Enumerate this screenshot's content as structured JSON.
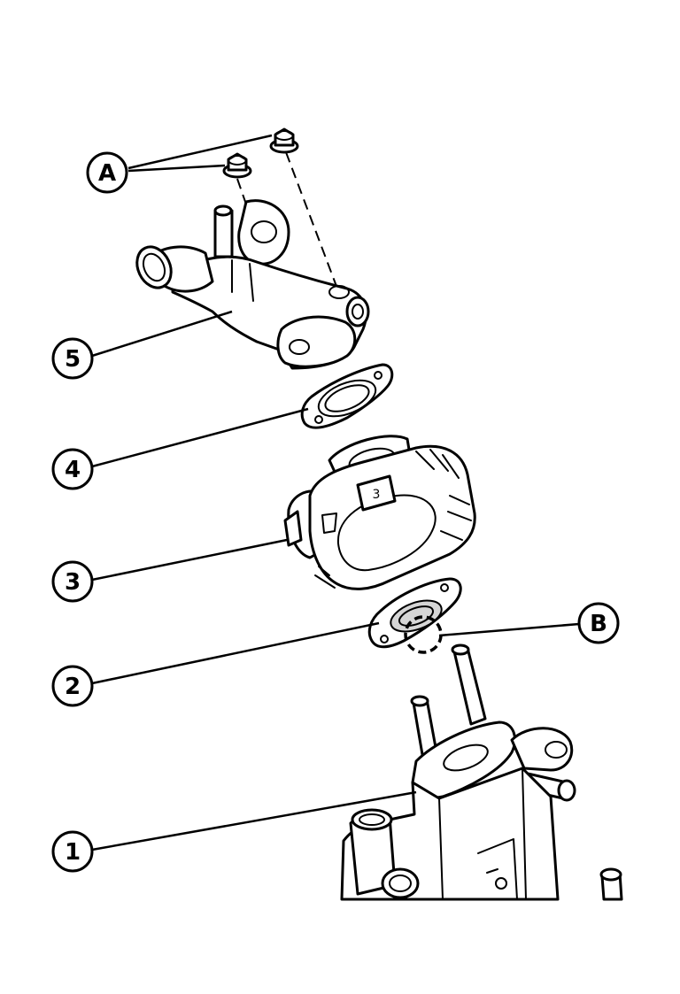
{
  "callouts": {
    "A": "A",
    "B": "B",
    "n1": "1",
    "n2": "2",
    "n3": "3",
    "n4": "4",
    "n5": "5"
  },
  "part_marks": {
    "body_mark": "3"
  }
}
